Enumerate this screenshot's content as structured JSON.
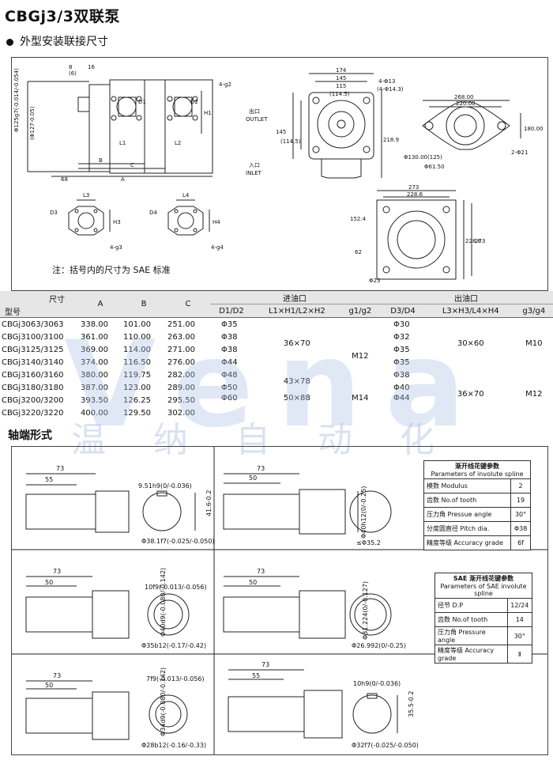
{
  "header": {
    "title": "CBGj3/3双联泵",
    "section": "外型安装联接尺寸"
  },
  "drawing": {
    "dims_front": [
      "8",
      "(6)",
      "16",
      "4-g2",
      "Φ125g7(-0.014/-0.054)",
      "(Φ127-0.05)",
      "H1",
      "D1",
      "D2",
      "L1",
      "L2",
      "B",
      "C",
      "A",
      "68"
    ],
    "dims_side": [
      "174",
      "145",
      "115",
      "(114.5)",
      "4-Φ13",
      "(4-Φ14.3)",
      "出口",
      "OUTLET",
      "入口",
      "INLET",
      "145",
      "(114.5)",
      "218.9"
    ],
    "dims_flange": [
      "268.00",
      "220.00",
      "180.00",
      "2-Φ21",
      "Φ130.00(125)",
      "Φ61.50"
    ],
    "dims_square": [
      "273",
      "228.6",
      "152.4",
      "62",
      "228.6",
      "273",
      "Φ23"
    ],
    "dims_port1": [
      "L3",
      "D3",
      "H3",
      "4-g3"
    ],
    "dims_port2": [
      "L4",
      "D4",
      "H4",
      "4-g4"
    ],
    "note": "注：括号内的尺寸为 SAE 标准"
  },
  "table": {
    "h_size": "尺寸",
    "h_model": "型号",
    "h_a": "A",
    "h_b": "B",
    "h_c": "C",
    "h_in": "进油口",
    "h_out": "出油口",
    "h_d12": "D1/D2",
    "h_lh12": "L1×H1/L2×H2",
    "h_g12": "g1/g2",
    "h_d34": "D3/D4",
    "h_lh34": "L3×H3/L4×H4",
    "h_g34": "g3/g4",
    "rows": [
      {
        "model": "CBGj3063/3063",
        "a": "338.00",
        "b": "101.00",
        "c": "251.00",
        "d12": "Φ35",
        "d34": "Φ30"
      },
      {
        "model": "CBGj3100/3100",
        "a": "361.00",
        "b": "110.00",
        "c": "263.00",
        "d12": "Φ38",
        "d34": "Φ32"
      },
      {
        "model": "CBGj3125/3125",
        "a": "369.00",
        "b": "114.00",
        "c": "271.00",
        "d12": "Φ38",
        "d34": "Φ35"
      },
      {
        "model": "CBGj3140/3140",
        "a": "374.00",
        "b": "116.50",
        "c": "276.00",
        "d12": "Φ44",
        "d34": "Φ35"
      },
      {
        "model": "CBGj3160/3160",
        "a": "380.00",
        "b": "119.75",
        "c": "282.00",
        "d12": "Φ48",
        "d34": "Φ38"
      },
      {
        "model": "CBGj3180/3180",
        "a": "387.00",
        "b": "123.00",
        "c": "289.00",
        "d12": "Φ50",
        "d34": "Φ40"
      },
      {
        "model": "CBGj3200/3200",
        "a": "393.50",
        "b": "126.25",
        "c": "295.50",
        "d12": "Φ60",
        "d34": "Φ44"
      },
      {
        "model": "CBGj3220/3220",
        "a": "400.00",
        "b": "129.50",
        "c": "302.00",
        "d12": "",
        "d34": ""
      }
    ],
    "merged": {
      "lh12_a": "36×70",
      "lh12_b": "43×78",
      "lh12_c": "50×88",
      "g12_a": "M12",
      "g12_b": "M14",
      "lh34_a": "30×60",
      "lh34_b": "36×70",
      "g34_a": "M10",
      "g34_b": "M12"
    }
  },
  "watermark": {
    "big": "Vena",
    "small": "温纳自动化"
  },
  "shaft": {
    "title": "轴端形式",
    "p1": {
      "l1": "73",
      "l2": "55",
      "key": "9.51h9(0/-0.036)",
      "h": "41.6-0.2",
      "d": "Φ38.1f7(-0.025/-0.050)"
    },
    "p2": {
      "l1": "73",
      "l2": "50",
      "d1": "Φ40h12(0/-0.25)",
      "d2": "≤Φ35.2"
    },
    "p3": {
      "l1": "73",
      "l2": "50",
      "key": "10f9(-0.013/-0.056)",
      "d1": "Φ40d9(-0.080/-0.142)",
      "d2": "Φ35b12(-0.17/-0.42)"
    },
    "p4": {
      "l1": "73",
      "l2": "50",
      "d1": "Φ31.224(0/-0.127)",
      "d2": "Φ26.992(0/-0.25)"
    },
    "p5": {
      "l1": "73",
      "l2": "50",
      "key": "7f9(-0.013/-0.056)",
      "d1": "Φ34d9(-0.080/-0.142)",
      "d2": "Φ28b12(-0.16/-0.33)"
    },
    "p6": {
      "l1": "73",
      "l2": "55",
      "key": "10h9(0/-0.036)",
      "h": "35.5-0.2",
      "d": "Φ32f7(-0.025/-0.050)"
    }
  },
  "spline1": {
    "title": "渐开线花键参数",
    "subtitle": "Parameters of involute spline",
    "rows": [
      {
        "k": "模数 Modulus",
        "v": "2"
      },
      {
        "k": "齿数 No.of tooth",
        "v": "19"
      },
      {
        "k": "压力角 Pressue angle",
        "v": "30°"
      },
      {
        "k": "分度圆直径 Pitch dia.",
        "v": "Φ38"
      },
      {
        "k": "精度等级 Accuracy grade",
        "v": "6f"
      }
    ]
  },
  "spline2": {
    "title": "SAE 渐开线花键参数",
    "subtitle": "Parameters of SAE involute spline",
    "rows": [
      {
        "k": "径节 D.P",
        "v": "12/24"
      },
      {
        "k": "齿数 No.of tooth",
        "v": "14"
      },
      {
        "k": "压力角 Pressure angle",
        "v": "30°"
      },
      {
        "k": "精度等级 Accuracy grade",
        "v": "Ⅱ"
      }
    ]
  }
}
